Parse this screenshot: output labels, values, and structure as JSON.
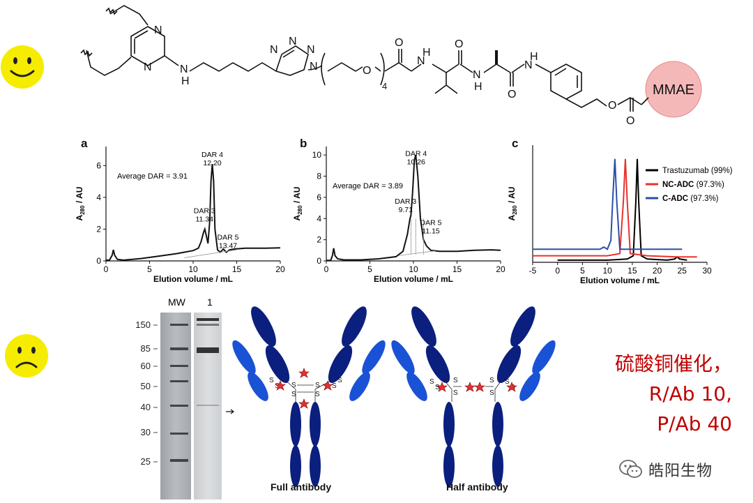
{
  "structure": {
    "atoms": {
      "N": "N",
      "H": "H",
      "O": "O",
      "NH": "N",
      "H_sub": "H"
    },
    "repeat_subscript": "4",
    "payload": "MMAE"
  },
  "panels": {
    "a": {
      "letter": "a",
      "annotation": "Average DAR = 3.91",
      "peaks": [
        {
          "name": "DAR 3",
          "value": "11.34"
        },
        {
          "name": "DAR 4",
          "value": "12.20"
        },
        {
          "name": "DAR 5",
          "value": "13.47"
        }
      ]
    },
    "b": {
      "letter": "b",
      "annotation": "Average DAR = 3.89",
      "peaks": [
        {
          "name": "DAR 3",
          "value": "9.71"
        },
        {
          "name": "DAR 4",
          "value": "10.26"
        },
        {
          "name": "DAR 5",
          "value": "11.15"
        }
      ]
    },
    "c": {
      "letter": "c",
      "legend": [
        {
          "name": "Trastuzumab",
          "pct": "(99%)",
          "color": "#000000",
          "bold": false
        },
        {
          "name": "NC-ADC",
          "pct": "(97.3%)",
          "color": "#e8312c",
          "bold": true
        },
        {
          "name": "C-ADC",
          "pct": "(97.3%)",
          "color": "#2a4fa8",
          "bold": true
        }
      ]
    }
  },
  "chart_data": [
    {
      "type": "line",
      "panel": "a",
      "xlabel": "Elution volume / mL",
      "ylabel": "A280 / AU",
      "xlim": [
        0,
        20
      ],
      "ylim": [
        0,
        7.2
      ],
      "xticks": [
        0,
        5,
        10,
        15,
        20
      ],
      "yticks": [
        0,
        2,
        4,
        6
      ],
      "series": [
        {
          "x": [
            0,
            0.4,
            0.7,
            0.85,
            1.0,
            1.3,
            2,
            4,
            6,
            8,
            9,
            10,
            10.6,
            10.9,
            11.2,
            11.34,
            11.5,
            11.7,
            11.9,
            12.05,
            12.2,
            12.35,
            12.5,
            12.8,
            13.1,
            13.47,
            13.8,
            14.2,
            14.8,
            16,
            18,
            20
          ],
          "y": [
            0.05,
            0.05,
            0.35,
            0.7,
            0.35,
            0.1,
            0.05,
            0.15,
            0.3,
            0.45,
            0.55,
            0.65,
            0.8,
            1.2,
            1.8,
            2.0,
            1.6,
            1.1,
            2.5,
            5.0,
            6.1,
            5.0,
            2.0,
            0.7,
            0.55,
            0.75,
            0.55,
            0.7,
            0.75,
            0.8,
            0.8,
            0.82
          ]
        }
      ]
    },
    {
      "type": "line",
      "panel": "b",
      "xlabel": "Elution volume / mL",
      "ylabel": "A280 / AU",
      "xlim": [
        0,
        20
      ],
      "ylim": [
        0,
        10.8
      ],
      "xticks": [
        0,
        5,
        10,
        15,
        20
      ],
      "yticks": [
        0,
        2,
        4,
        6,
        8,
        10
      ],
      "series": [
        {
          "x": [
            0,
            0.5,
            0.7,
            0.85,
            1.0,
            1.3,
            2,
            4,
            6,
            8,
            8.8,
            9.3,
            9.6,
            9.71,
            9.9,
            10.1,
            10.26,
            10.5,
            10.8,
            11.15,
            11.5,
            12,
            13,
            15,
            17,
            19,
            20
          ],
          "y": [
            0.05,
            0.05,
            0.5,
            1.2,
            0.5,
            0.2,
            0.1,
            0.1,
            0.2,
            0.4,
            0.9,
            2.5,
            4.0,
            4.3,
            6.5,
            9.5,
            10.0,
            8.0,
            4.0,
            2.0,
            1.4,
            1.0,
            0.9,
            0.9,
            1.0,
            1.05,
            1.0
          ]
        }
      ]
    },
    {
      "type": "line",
      "panel": "c",
      "xlabel": "Elution volume / mL",
      "ylabel": "A280 / AU",
      "xlim": [
        -5,
        30
      ],
      "xticks": [
        -5,
        0,
        5,
        10,
        15,
        20,
        25,
        30
      ],
      "series": [
        {
          "name": "Trastuzumab (99%)",
          "color": "#000000",
          "x": [
            0,
            10,
            14,
            15.2,
            15.7,
            16.0,
            16.3,
            16.8,
            18,
            22,
            23.5,
            24.0,
            24.5,
            26
          ],
          "y": [
            0.02,
            0.02,
            0.03,
            0.06,
            0.55,
            0.95,
            0.55,
            0.06,
            0.03,
            0.02,
            0.03,
            0.05,
            0.03,
            0.02
          ]
        },
        {
          "name": "NC-ADC (97.3%)",
          "color": "#e8312c",
          "x": [
            -5,
            5,
            10,
            12.5,
            13.2,
            13.6,
            14.0,
            14.6,
            18,
            24,
            28
          ],
          "y": [
            0.06,
            0.06,
            0.06,
            0.08,
            0.55,
            0.95,
            0.55,
            0.08,
            0.06,
            0.05,
            0.05
          ]
        },
        {
          "name": "C-ADC (97.3%)",
          "color": "#2a4fa8",
          "x": [
            -5,
            5,
            8.5,
            9.3,
            10.0,
            10.7,
            11.1,
            11.5,
            11.9,
            12.5,
            16,
            20,
            25
          ],
          "y": [
            0.12,
            0.12,
            0.12,
            0.14,
            0.12,
            0.2,
            0.6,
            0.95,
            0.55,
            0.12,
            0.12,
            0.12,
            0.12
          ]
        }
      ]
    }
  ],
  "gel": {
    "lane_labels": [
      "MW",
      "1"
    ],
    "markers": [
      "150",
      "85",
      "60",
      "50",
      "40",
      "30",
      "25"
    ]
  },
  "antibodies": {
    "full": {
      "label": "Full antibody"
    },
    "half": {
      "label": "Half antibody"
    },
    "sulfur": "S"
  },
  "note": {
    "line1": "硫酸铜催化，",
    "line2": "R/Ab 10,",
    "line3": "P/Ab 40"
  },
  "watermark": {
    "text": "皓阳生物"
  },
  "colors": {
    "heavy_chain": "#0b1f7e",
    "light_chain": "#1a52d6",
    "payload_fill": "#f5b8b8",
    "drug_star": "#e53030",
    "note_red": "#c00000",
    "smiley": "#f6ec00"
  }
}
